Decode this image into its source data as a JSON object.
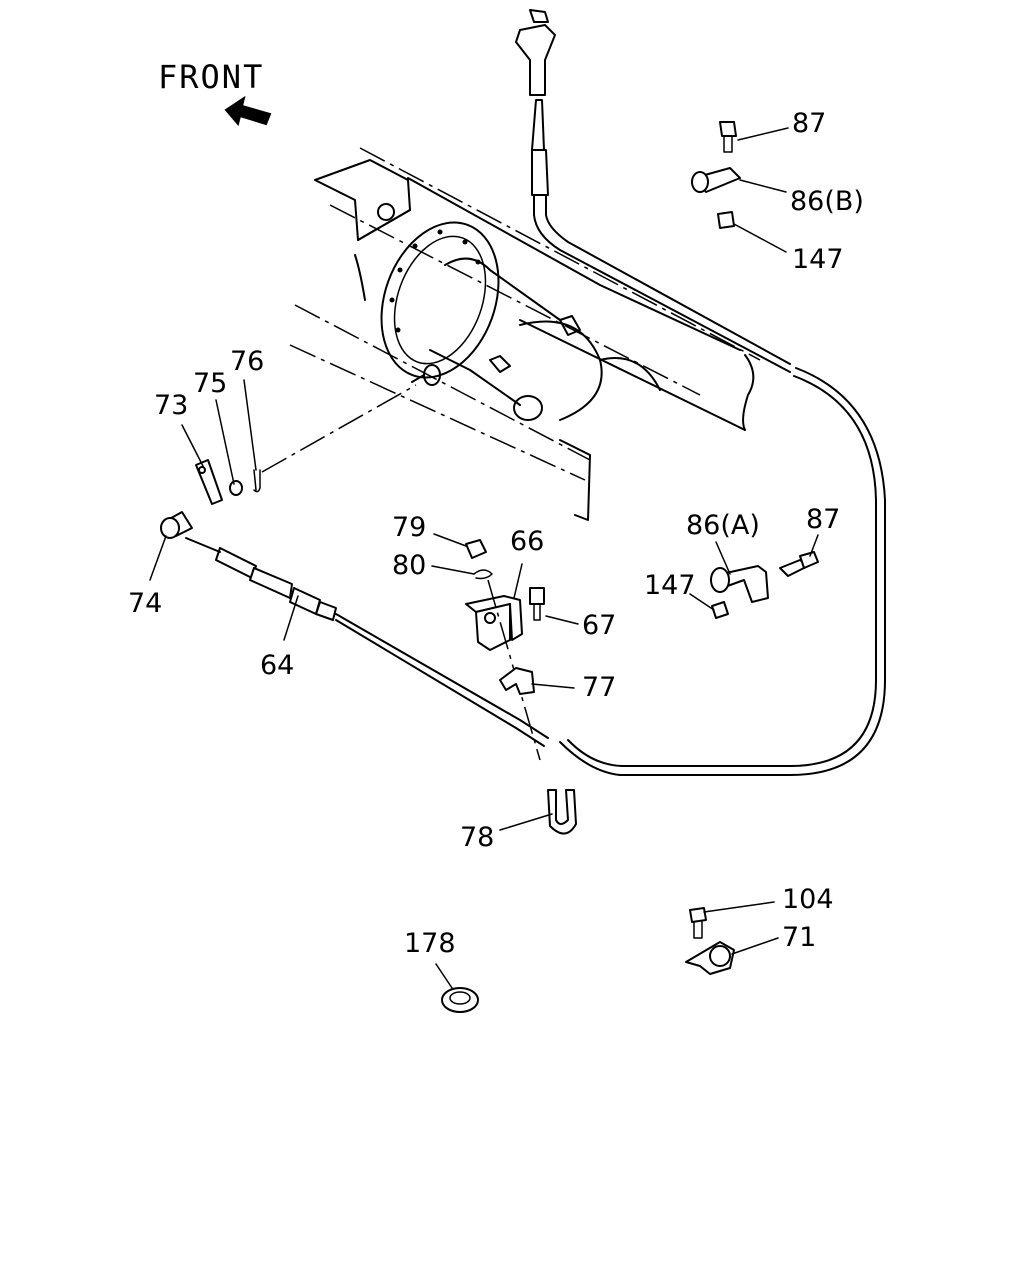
{
  "front_label": "FRONT",
  "callouts": {
    "c87a": "87",
    "c86b": "86(B)",
    "c147a": "147",
    "c76": "76",
    "c75": "75",
    "c73": "73",
    "c74": "74",
    "c79": "79",
    "c80": "80",
    "c66": "66",
    "c67": "67",
    "c86a": "86(A)",
    "c87b": "87",
    "c147b": "147",
    "c64": "64",
    "c77": "77",
    "c78": "78",
    "c104": "104",
    "c71": "71",
    "c178": "178"
  }
}
